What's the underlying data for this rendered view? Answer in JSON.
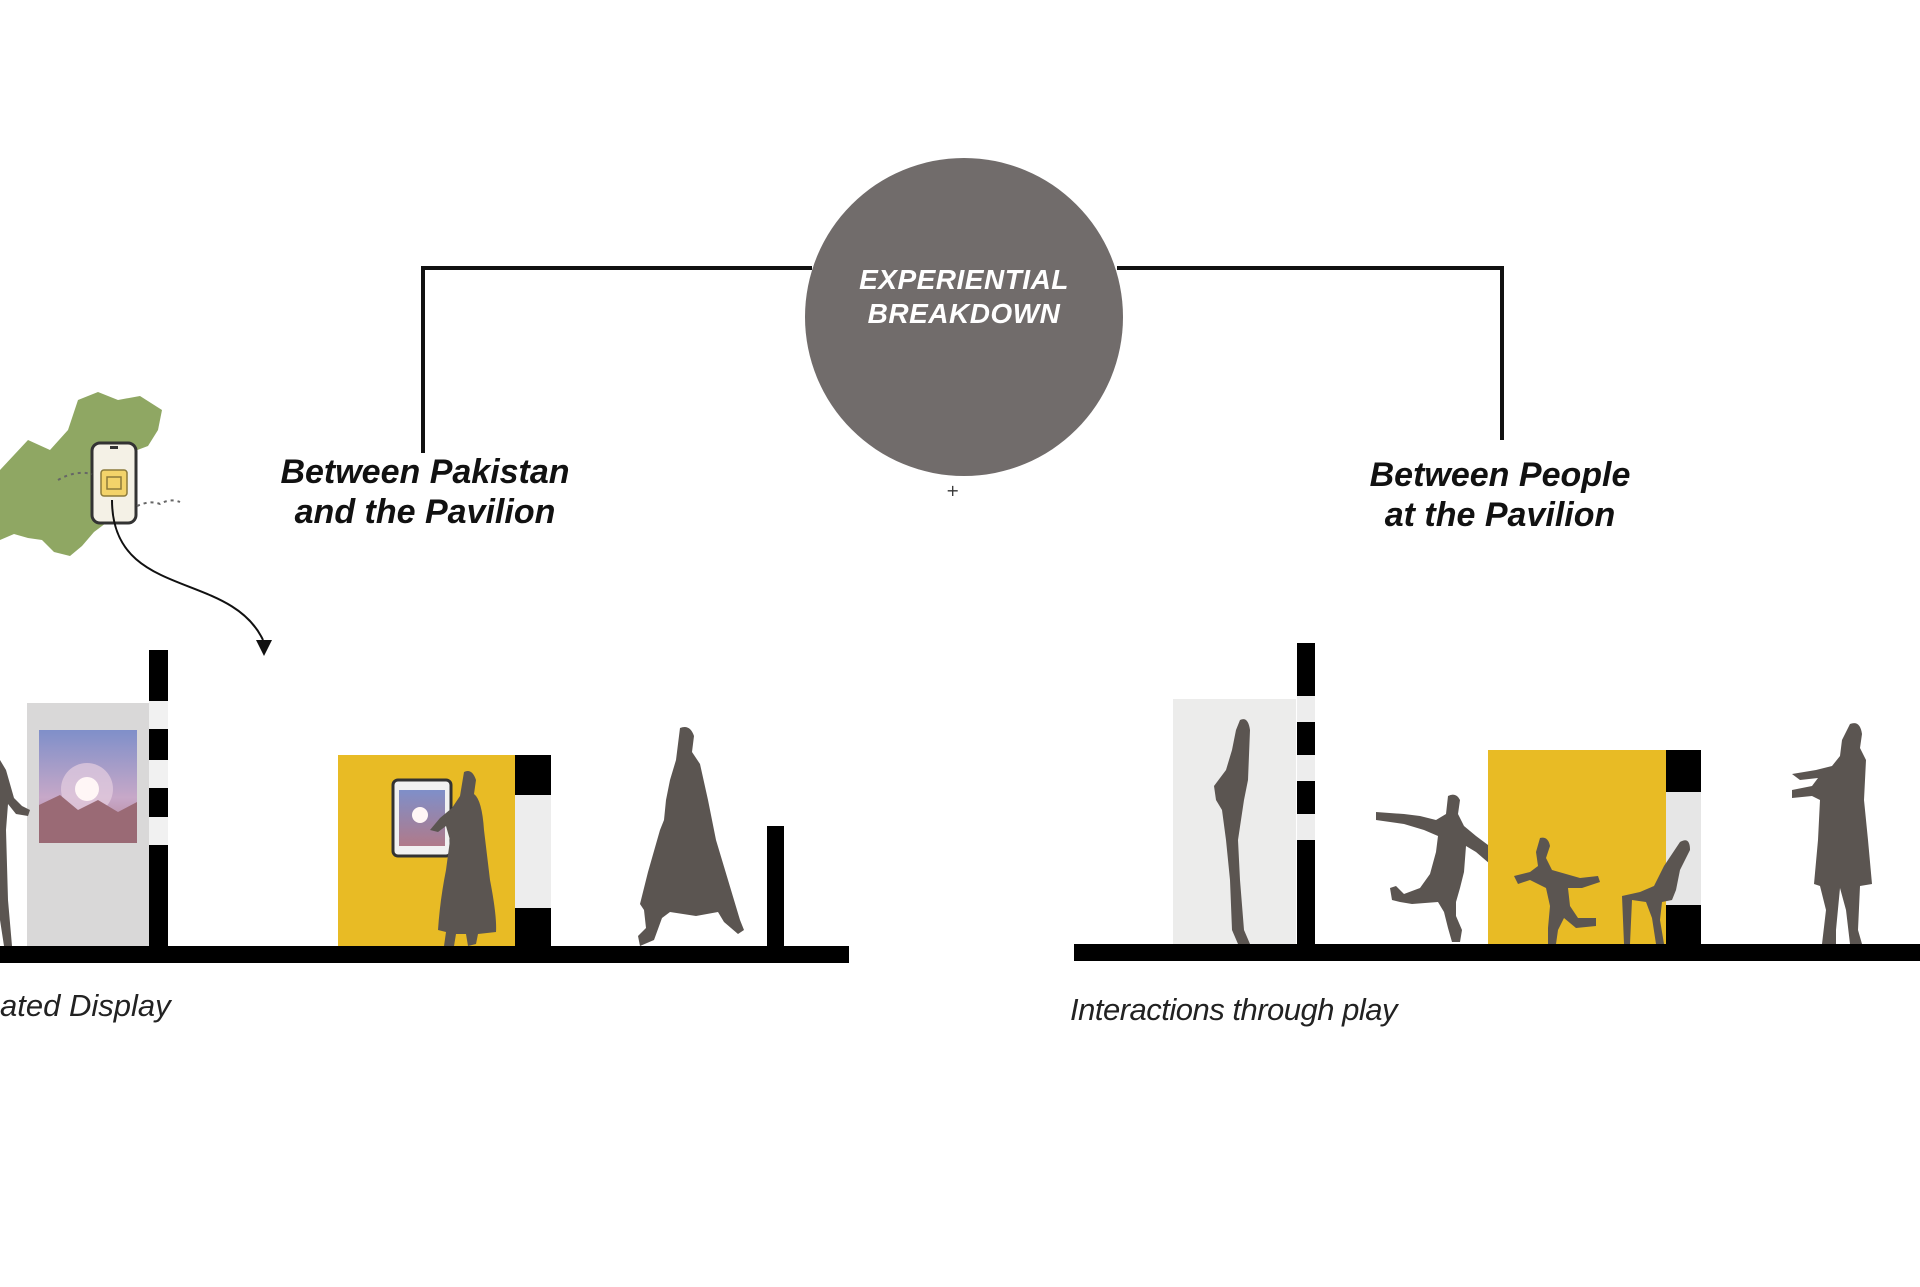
{
  "hub": {
    "line1": "EXPERIENTIAL",
    "line2": "BREAKDOWN",
    "color": "#716c6b"
  },
  "left_branch": {
    "line1": "Between Pakistan",
    "line2": "and the Pavilion"
  },
  "right_branch": {
    "line1": "Between People",
    "line2": "at the Pavilion"
  },
  "captions": {
    "left": "ated Display",
    "right": "Interactions through play"
  },
  "colors": {
    "accent_yellow": "#e8bb25",
    "silhouette": "#5b5551",
    "map_green": "#8fa763",
    "panel_grey": "#d9d8d8",
    "ground": "#000000"
  },
  "icons": [
    "pakistan-map-icon",
    "smartphone-icon",
    "tablet-icon",
    "curved-arrow-icon"
  ]
}
